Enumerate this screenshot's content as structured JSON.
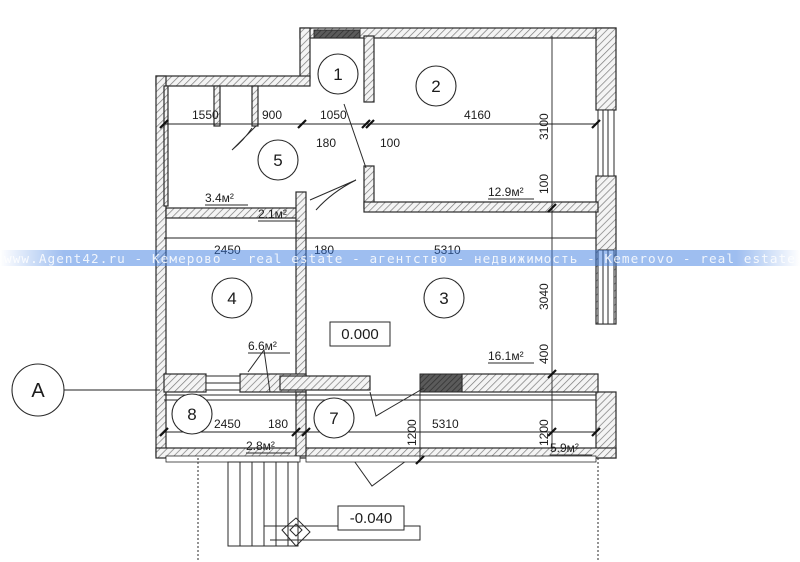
{
  "watermark": "www.Agent42.ru - Кемерово - real estate - агентство - недвижимость - Kemerovo - real estate",
  "axis": {
    "label": "A"
  },
  "rooms": [
    {
      "number": "1",
      "area": ""
    },
    {
      "number": "2",
      "area": "12.9м²"
    },
    {
      "number": "3",
      "area": "16.1м²"
    },
    {
      "number": "4",
      "area": "6.6м²"
    },
    {
      "number": "5",
      "area": "2.1м²"
    },
    {
      "number": "7",
      "area": "5.9м²"
    },
    {
      "number": "8",
      "area": "2.8м²"
    }
  ],
  "extra_areas": {
    "bath": "3.4м²"
  },
  "levels": {
    "floor": "0.000",
    "balcony": "-0.040"
  },
  "dimensions": {
    "d1550": "1550",
    "d900": "900",
    "d1050": "1050",
    "d4160": "4160",
    "d3100": "3100",
    "d180a": "180",
    "d100a": "100",
    "d100b": "100",
    "d2450a": "2450",
    "d180b": "180",
    "d5310a": "5310",
    "d3040": "3040",
    "d400": "400",
    "d2450b": "2450",
    "d180c": "180",
    "d1200a": "1200",
    "d5310b": "5310",
    "d1200b": "1200"
  },
  "colors": {
    "wall_hatch": "#9a9a9a",
    "shaft": "#6a6a6a",
    "watermark_band": "#2f6fd8",
    "paper": "#ffffff"
  }
}
